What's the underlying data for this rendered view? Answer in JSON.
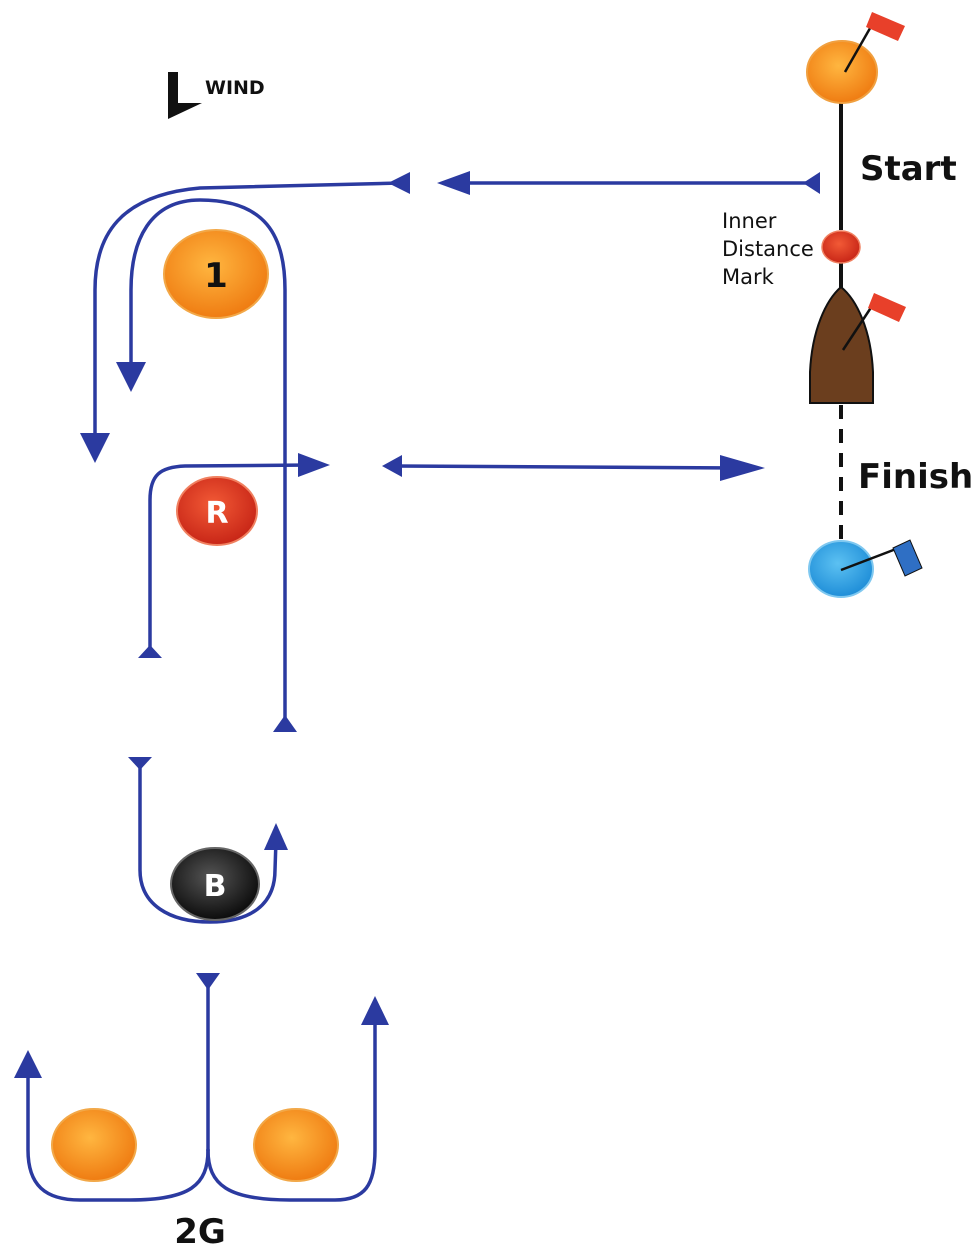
{
  "wind": {
    "label": "WIND"
  },
  "start_line": {
    "label": "Start"
  },
  "inner_distance_mark": {
    "line1": "Inner",
    "line2": "Distance",
    "line3": "Mark"
  },
  "finish_line": {
    "label": "Finish"
  },
  "marks": {
    "mark_1": {
      "label": "1",
      "color": "#f28a1a"
    },
    "mark_r": {
      "label": "R",
      "color": "#d7301f"
    },
    "mark_b": {
      "label": "B",
      "color": "#1a1a1a"
    },
    "gate": {
      "label": "2G",
      "color": "#f28a1a"
    }
  },
  "colors": {
    "course_line": "#2b3aa0",
    "start_flag": "#e8402a",
    "finish_flag": "#2f6fc4",
    "finish_buoy": "#2c9be0",
    "committee_boat": "#6b3e1e"
  }
}
